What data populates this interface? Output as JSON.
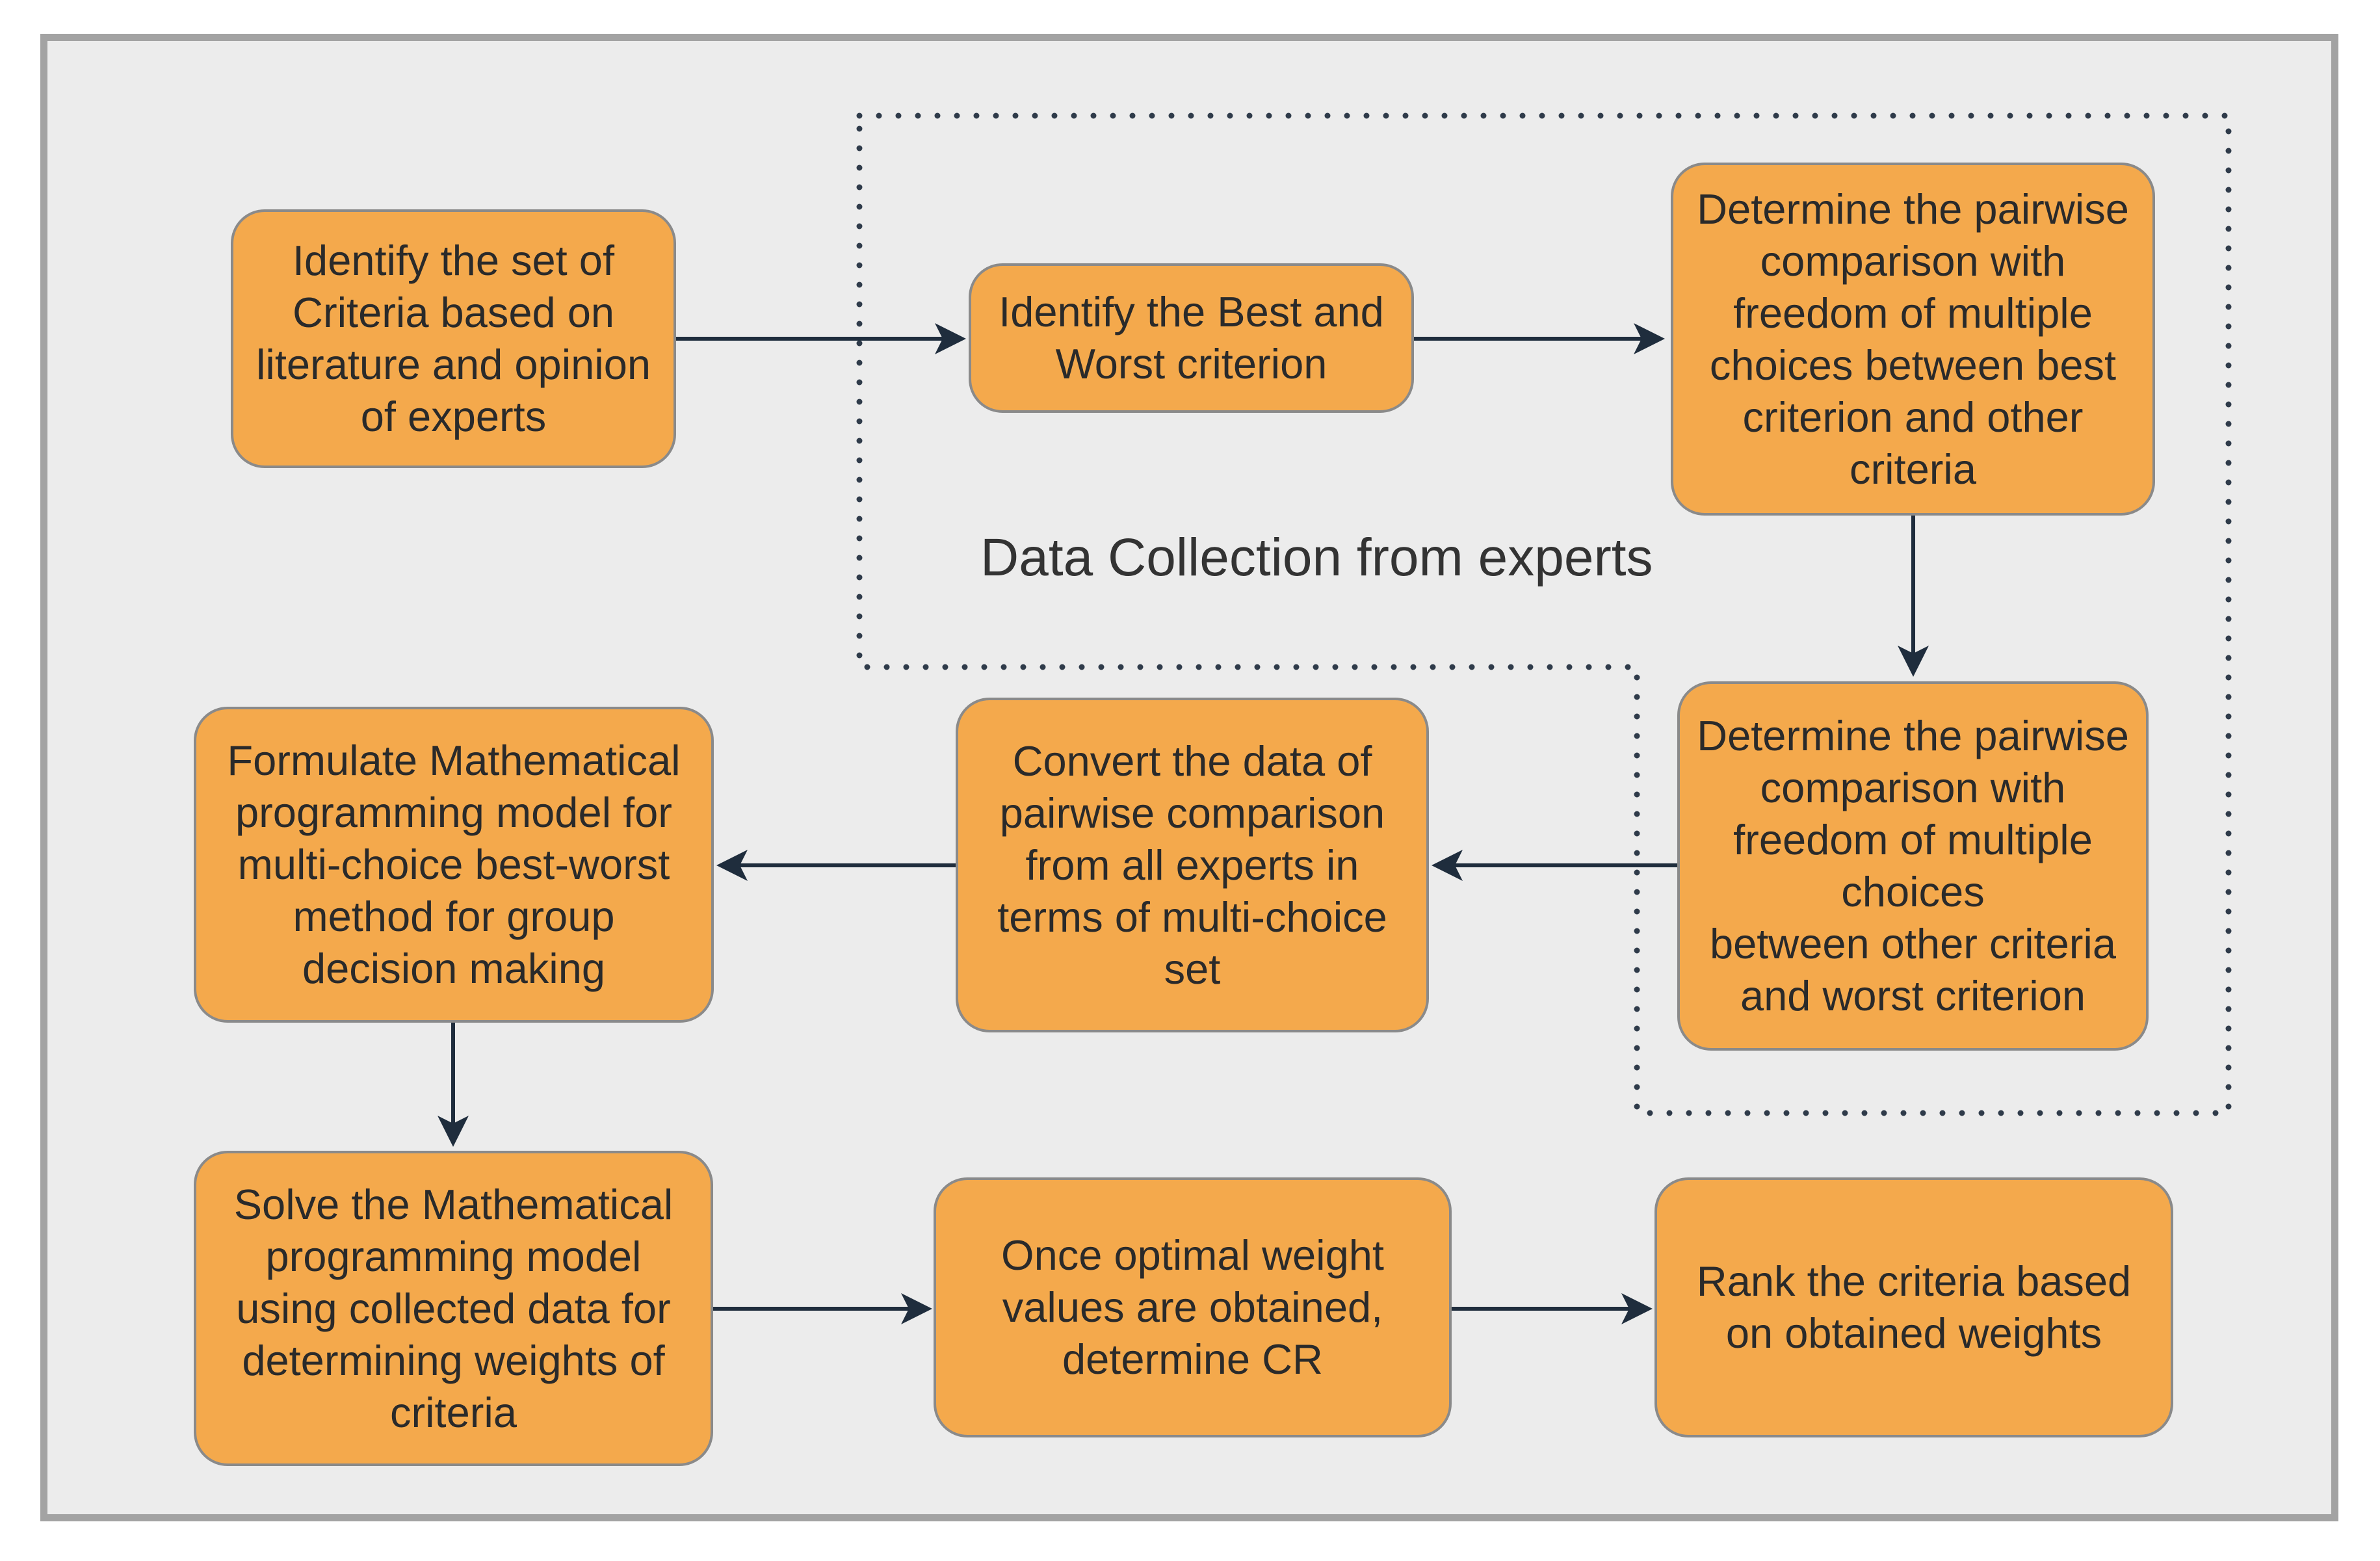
{
  "colors": {
    "frame_background": "#ececec",
    "frame_border": "#a3a3a3",
    "node_fill": "#f4a94c",
    "node_border": "#8a8a8a",
    "text": "#2a2a2a",
    "connector": "#1f2d3d"
  },
  "region": {
    "label": "Data Collection from experts"
  },
  "nodes": {
    "identify_criteria": "Identify the set of\nCriteria based on\nliterature and opinion\nof experts",
    "identify_best_worst": "Identify the Best and\nWorst criterion",
    "pairwise_best_other": "Determine the pairwise\ncomparison  with\nfreedom of multiple\nchoices between best\ncriterion and other\ncriteria",
    "pairwise_other_worst": "Determine the pairwise\ncomparison with\nfreedom of multiple\nchoices\nbetween other criteria\nand worst criterion",
    "convert_data": "Convert the data of\npairwise comparison\nfrom all experts in\nterms of  multi-choice\nset",
    "formulate_model": "Formulate Mathematical\nprogramming model for\nmulti-choice best-worst\nmethod for group\ndecision making",
    "solve_model": "Solve the Mathematical\nprogramming model\nusing collected data for\ndetermining weights of\ncriteria",
    "determine_cr": "Once optimal weight\nvalues are obtained,\ndetermine CR",
    "rank_criteria": "Rank the criteria based\non obtained weights"
  }
}
